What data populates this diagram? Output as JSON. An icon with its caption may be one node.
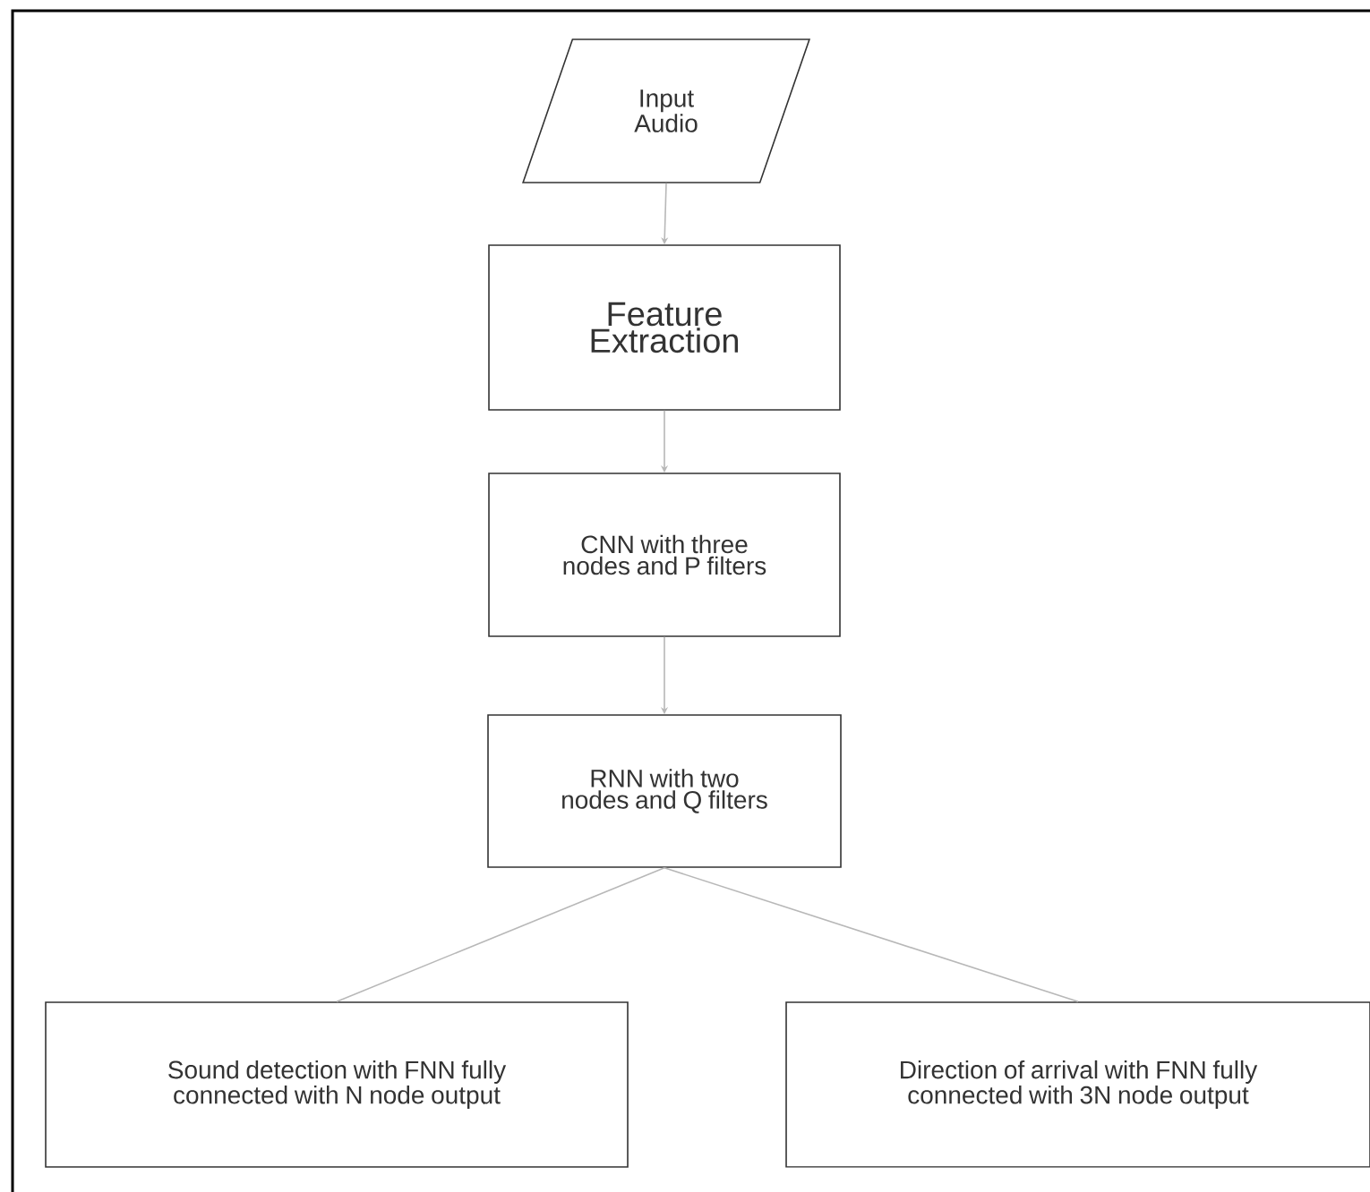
{
  "diagram": {
    "nodes": [
      {
        "text": [
          "Input Audio"
        ]
      },
      {
        "text": [
          "Feature Extraction"
        ]
      },
      {
        "text": [
          "CNN with three nodes and P filters"
        ]
      },
      {
        "text": [
          "RNN with two nodes and Q filters"
        ]
      },
      {
        "text": [
          "Sound detection with FNN fully connected with N node output"
        ]
      },
      {
        "text": [
          "Direction of arrival with FNN fully connected with 3N node output"
        ]
      }
    ],
    "edges": [
      {
        "from": 0,
        "to": 1,
        "arrow": "to"
      },
      {
        "from": 1,
        "to": 2,
        "arrow": "to"
      },
      {
        "from": 2,
        "to": 3,
        "arrow": "to"
      },
      {
        "from": 3,
        "to": 4,
        "arrow": "none"
      },
      {
        "from": 3,
        "to": 5,
        "arrow": "none"
      }
    ]
  }
}
